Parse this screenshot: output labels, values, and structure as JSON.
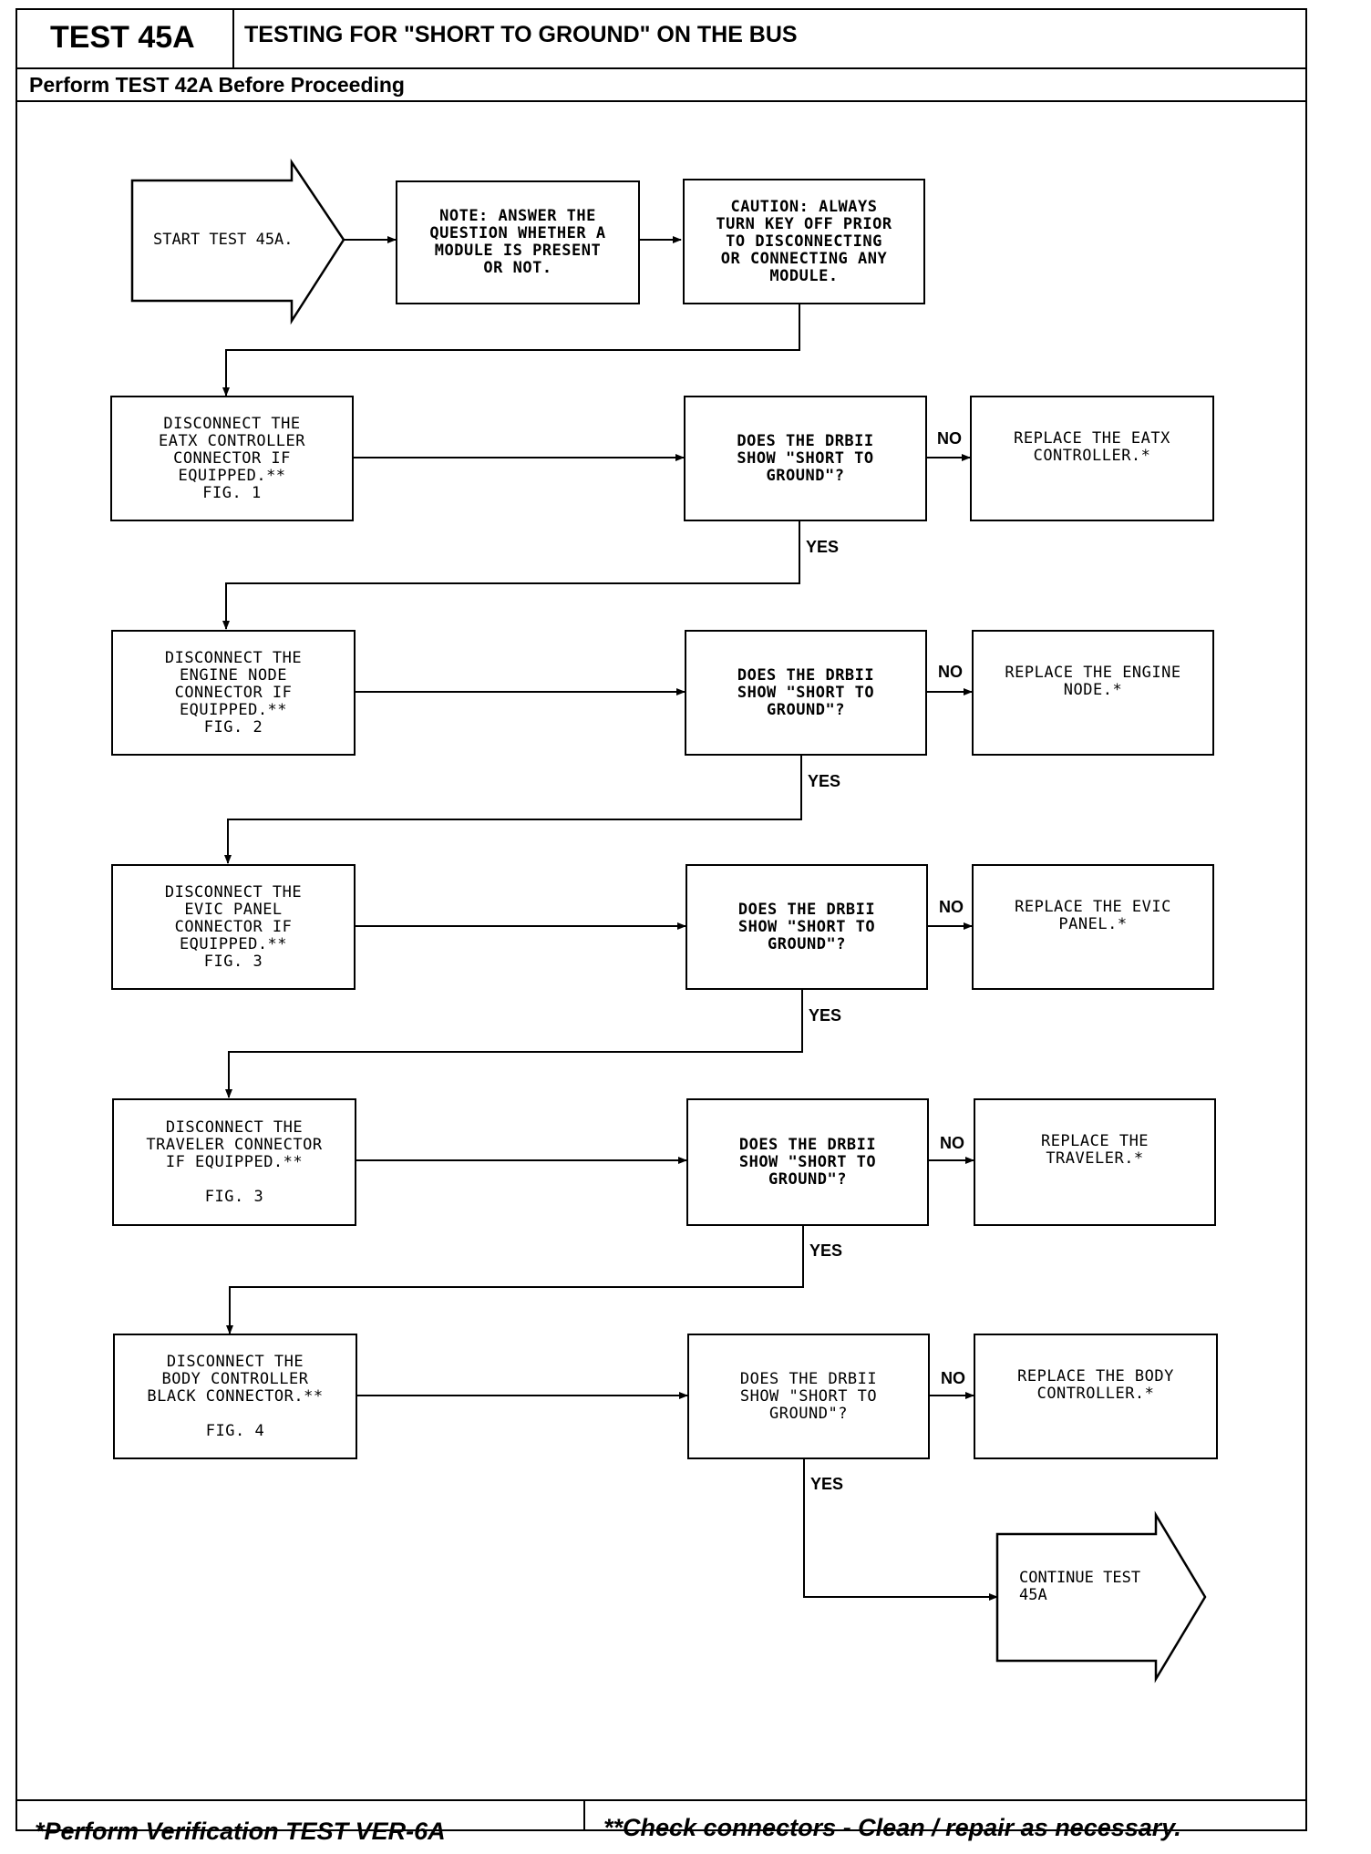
{
  "header": {
    "test_id": "TEST 45A",
    "title": "TESTING FOR \"SHORT TO GROUND\" ON THE BUS",
    "prerequisite": "Perform TEST 42A Before Proceeding"
  },
  "start": {
    "label": "START TEST 45A.",
    "note": "NOTE: ANSWER THE\nQUESTION WHETHER A\nMODULE IS PRESENT\nOR NOT.",
    "caution": "CAUTION: ALWAYS\nTURN KEY OFF PRIOR\nTO DISCONNECTING\nOR CONNECTING ANY\nMODULE."
  },
  "steps": [
    {
      "action": "DISCONNECT THE\nEATX CONTROLLER\nCONNECTOR IF\nEQUIPPED.**\nFIG. 1",
      "question": "DOES THE DRBII\nSHOW \"SHORT TO\nGROUND\"?",
      "no_label": "NO",
      "no_result": "REPLACE THE EATX\nCONTROLLER.*",
      "yes_label": "YES"
    },
    {
      "action": "DISCONNECT THE\nENGINE NODE\nCONNECTOR IF\nEQUIPPED.**\nFIG. 2",
      "question": "DOES THE DRBII\nSHOW \"SHORT TO\nGROUND\"?",
      "no_label": "NO",
      "no_result": "REPLACE THE ENGINE\nNODE.*",
      "yes_label": "YES"
    },
    {
      "action": "DISCONNECT THE\nEVIC PANEL\nCONNECTOR IF\nEQUIPPED.**\nFIG. 3",
      "question": "DOES THE DRBII\nSHOW \"SHORT TO\nGROUND\"?",
      "no_label": "NO",
      "no_result": "REPLACE THE EVIC\nPANEL.*",
      "yes_label": "YES"
    },
    {
      "action": "DISCONNECT THE\nTRAVELER CONNECTOR\nIF EQUIPPED.**\n\nFIG. 3",
      "question": "DOES THE DRBII\nSHOW \"SHORT TO\nGROUND\"?",
      "no_label": "NO",
      "no_result": "REPLACE THE\nTRAVELER.*",
      "yes_label": "YES"
    },
    {
      "action": "DISCONNECT THE\nBODY CONTROLLER\nBLACK CONNECTOR.**\n\nFIG. 4",
      "question": "DOES THE DRBII\nSHOW \"SHORT TO\nGROUND\"?",
      "no_label": "NO",
      "no_result": "REPLACE THE BODY\nCONTROLLER.*",
      "yes_label": "YES"
    }
  ],
  "end": {
    "label": "CONTINUE TEST\n45A"
  },
  "footer": {
    "left": "*Perform Verification TEST VER-6A",
    "right": "**Check connectors - Clean / repair as necessary."
  }
}
